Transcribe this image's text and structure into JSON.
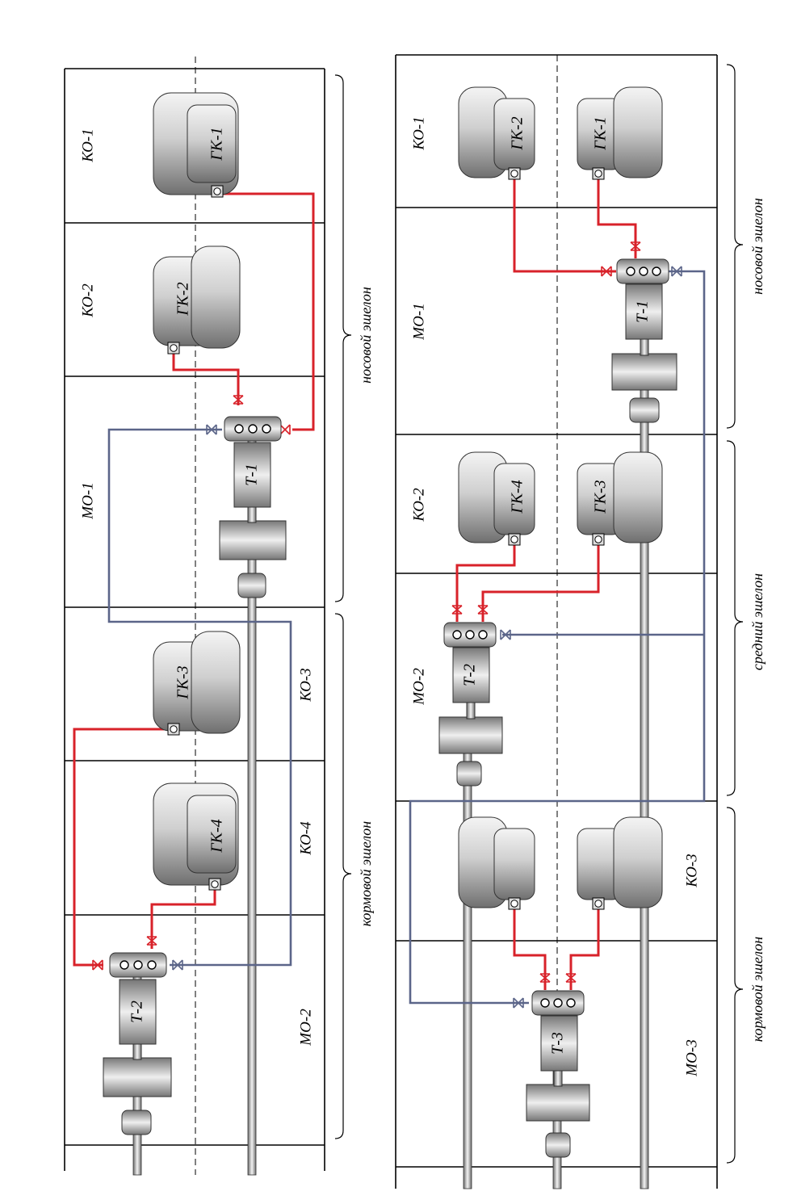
{
  "colors": {
    "steam_pipe": "#d8222a",
    "exhaust_pipe": "#5b6589",
    "frame": "#000000",
    "centerline": "#000000"
  },
  "left_diagram": {
    "compartments": [
      "КО-1",
      "КО-2",
      "МО-1",
      "КО-3",
      "КО-4",
      "МО-2"
    ],
    "boilers": [
      "ГК-1",
      "ГК-2",
      "ГК-3",
      "ГК-4"
    ],
    "turbines": [
      "Т-1",
      "Т-2"
    ],
    "echelons": [
      "носовой эшелон",
      "кормовой эшелон"
    ]
  },
  "right_diagram": {
    "compartments": [
      "КО-1",
      "МО-1",
      "КО-2",
      "МО-2",
      "КО-3",
      "МО-3"
    ],
    "boilers": [
      "ГК-2",
      "ГК-1",
      "ГК-4",
      "ГК-3"
    ],
    "turbines": [
      "Т-1",
      "Т-2",
      "Т-3"
    ],
    "echelons": [
      "носовой эшелон",
      "средний эшелон",
      "кормовой эшелон"
    ]
  }
}
